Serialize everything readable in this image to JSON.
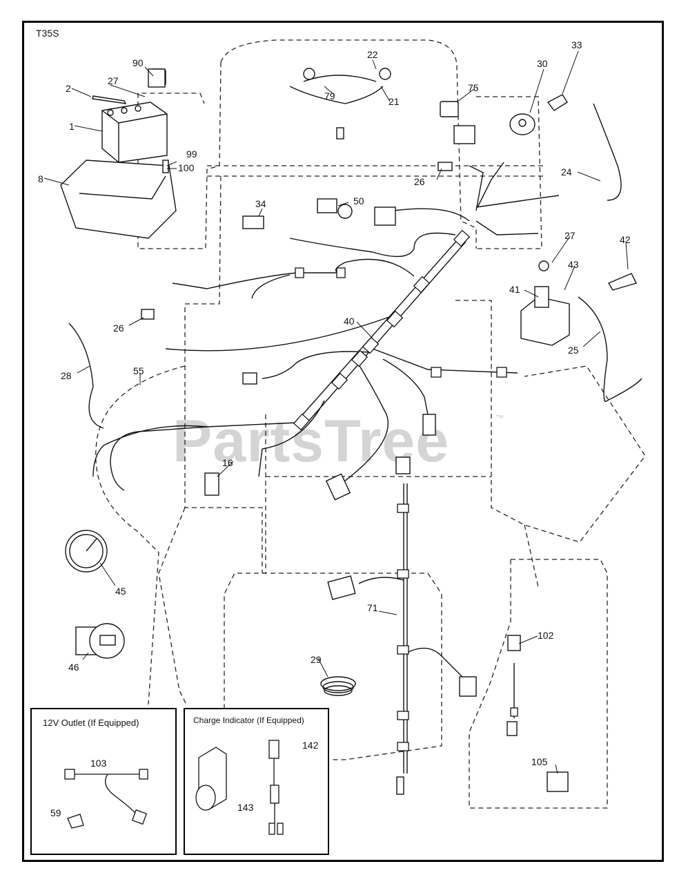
{
  "diagram_code": "T35S",
  "watermark": "PartsTree",
  "trademark": "™",
  "part_labels": [
    "1",
    "2",
    "8",
    "16",
    "21",
    "22",
    "24",
    "25",
    "26",
    "26",
    "27",
    "27",
    "28",
    "29",
    "30",
    "33",
    "34",
    "40",
    "41",
    "42",
    "43",
    "45",
    "46",
    "50",
    "55",
    "71",
    "75",
    "79",
    "90",
    "99",
    "100",
    "102",
    "105"
  ],
  "insets": {
    "outlet": {
      "title": "12V Outlet (If Equipped)",
      "labels": [
        "103",
        "59"
      ]
    },
    "charge_indicator": {
      "title": "Charge Indicator (If Equipped)",
      "labels": [
        "142",
        "143"
      ]
    }
  }
}
